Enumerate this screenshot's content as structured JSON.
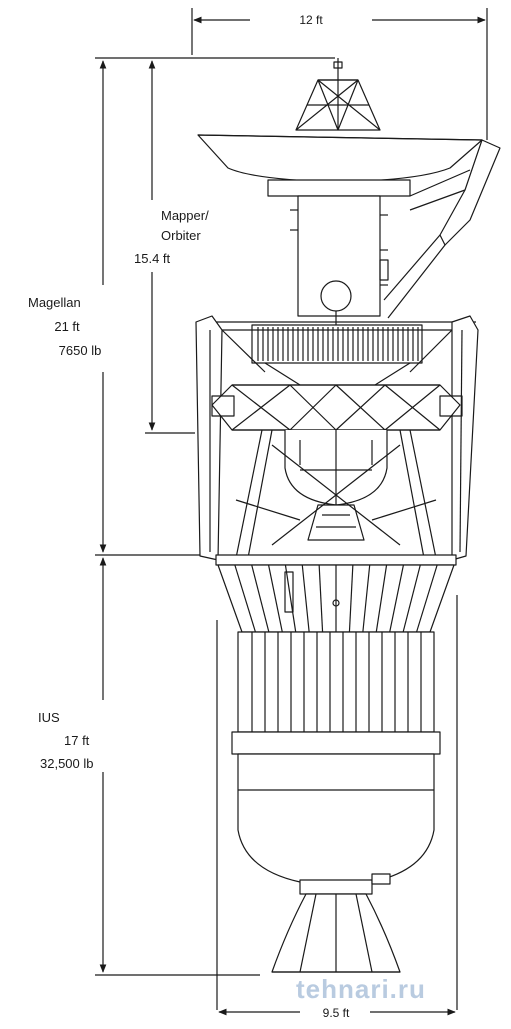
{
  "dimensions": {
    "top_width": "12 ft",
    "bottom_width": "9.5 ft"
  },
  "labels": {
    "mapper_orbiter": {
      "line1": "Mapper/",
      "line2": "Orbiter",
      "size": "15.4 ft"
    },
    "magellan": {
      "name": "Magellan",
      "size": "21 ft",
      "weight": "7650 lb"
    },
    "ius": {
      "name": "IUS",
      "size": "17 ft",
      "weight": "32,500 lb"
    }
  },
  "watermark": "tehnari.ru",
  "colors": {
    "ink": "#1a1a1a",
    "paper": "#ffffff",
    "watermark": "#b9cbe0"
  }
}
